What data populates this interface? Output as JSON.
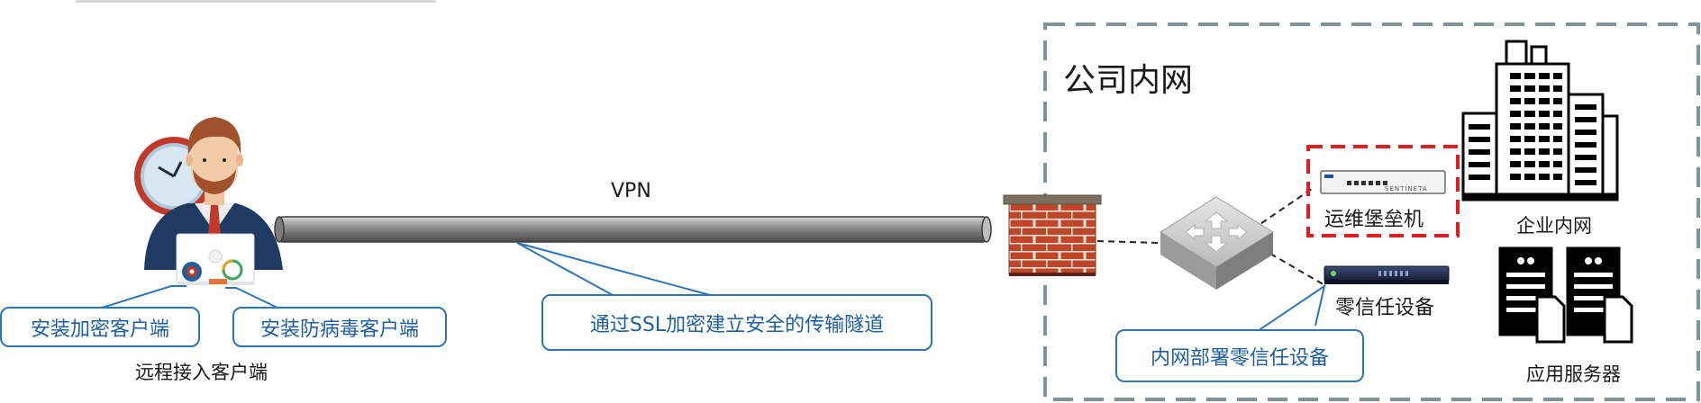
{
  "client": {
    "caption": "远程接入客户端",
    "callout_encrypt": "安装加密客户端",
    "callout_antivirus": "安装防病毒客户端"
  },
  "tunnel": {
    "label": "VPN",
    "callout": "通过SSL加密建立安全的传输隧道"
  },
  "intranet": {
    "title": "公司内网",
    "bastion_label": "运维堡垒机",
    "zero_trust_label": "零信任设备",
    "enterprise_label": "企业内网",
    "servers_label": "应用服务器",
    "deploy_callout": "内网部署零信任设备",
    "bastion_device_text": "SENTINETA"
  },
  "colors": {
    "callout_border": "#2e75b6",
    "callout_text": "#1f5fa0",
    "intranet_border": "#7f9497",
    "highlight_border": "#e02020",
    "brick": "#c0462a"
  }
}
